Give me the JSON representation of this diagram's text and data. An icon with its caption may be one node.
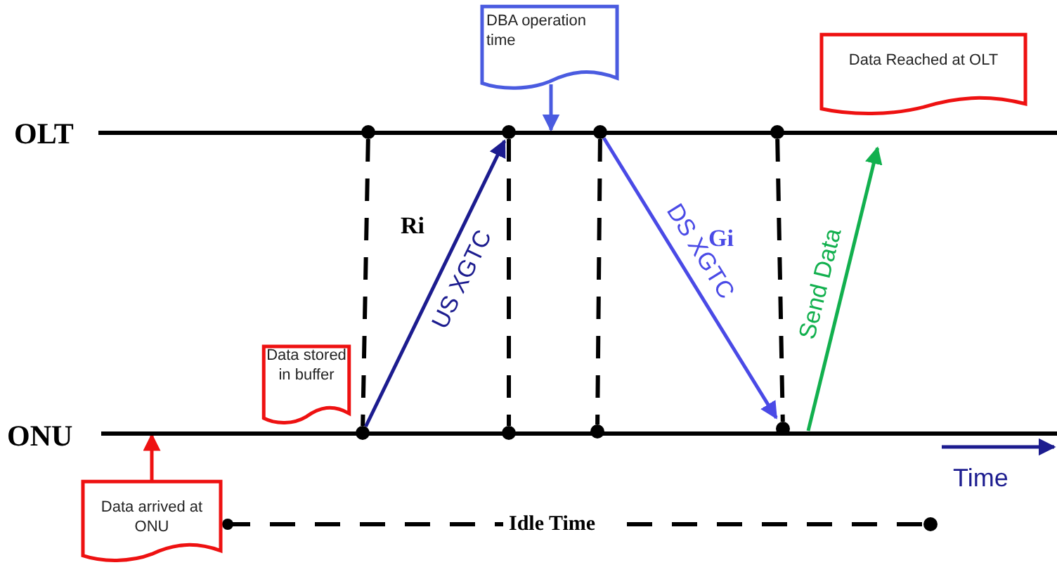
{
  "diagram": {
    "nodes": [
      {
        "text": [
          "DBA operation time"
        ]
      },
      {
        "text": [
          "Data Reached at OLT"
        ]
      },
      {
        "text": [
          "Data stored in buffer"
        ]
      },
      {
        "text": [
          "Data arrived at ONU"
        ]
      },
      {
        "text": [],
        "shape": "circle"
      },
      {
        "text": [],
        "shape": "circle"
      },
      {
        "text": [],
        "shape": "circle"
      },
      {
        "text": [],
        "shape": "circle"
      },
      {
        "text": [],
        "shape": "circle"
      },
      {
        "text": [],
        "shape": "circle"
      },
      {
        "text": [],
        "shape": "circle"
      },
      {
        "text": [],
        "shape": "circle"
      },
      {
        "text": [],
        "shape": "bar",
        "beside": [
          "OLT"
        ]
      },
      {
        "text": [],
        "shape": "bar",
        "beside": [
          "ONU"
        ]
      }
    ],
    "edges": [
      {
        "from": 0,
        "to": 12,
        "arrow": "to",
        "color": "#4a5be0"
      },
      {
        "from": 3,
        "to": 13,
        "arrow": "to",
        "color": "#ee1111"
      },
      {
        "from": 4,
        "to": 8,
        "arrow": "none",
        "style": "dashed"
      },
      {
        "from": 5,
        "to": 9,
        "arrow": "none",
        "style": "dashed"
      },
      {
        "from": 6,
        "to": 10,
        "arrow": "none",
        "style": "dashed"
      },
      {
        "from": 7,
        "to": 11,
        "arrow": "none",
        "style": "dashed"
      },
      {
        "from": 8,
        "to": 5,
        "arrow": "to",
        "label": "US XGTC",
        "color": "#1c1c8f"
      },
      {
        "from": 6,
        "to": 11,
        "arrow": "to",
        "label": "DS XGTC",
        "color": "#4a4ae6"
      },
      {
        "from": 13,
        "to": 1,
        "arrow": "to",
        "label": "Send Data",
        "color": "#12b04e"
      }
    ],
    "labels": [
      "Ri",
      "Gi",
      "Time",
      "Idle Time"
    ]
  }
}
